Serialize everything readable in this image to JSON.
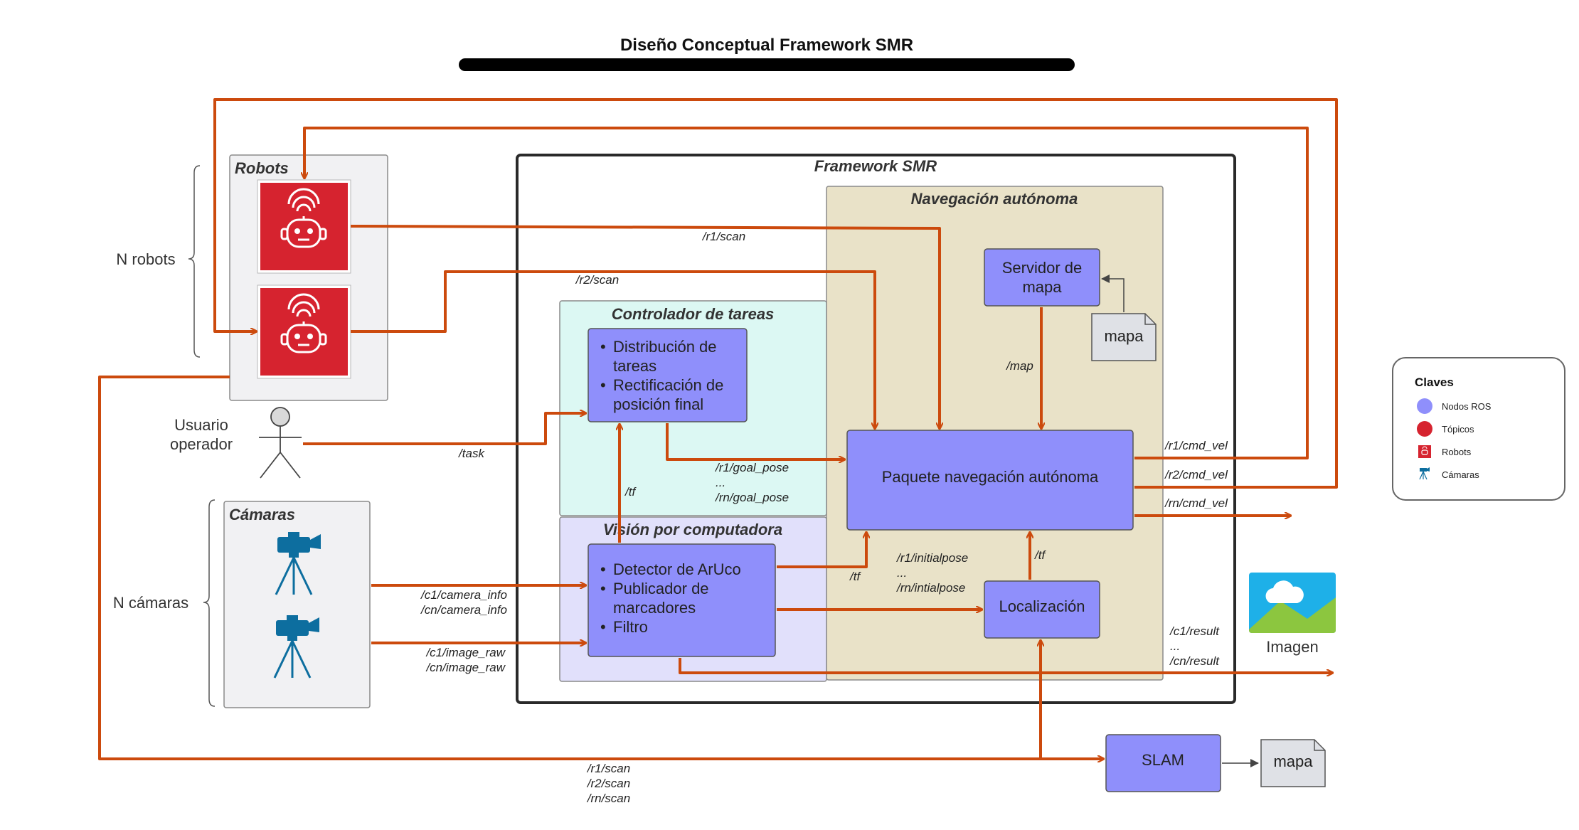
{
  "title": "Diseño Conceptual Framework SMR",
  "groups": {
    "robots": "Robots",
    "cameras": "Cámaras",
    "framework": "Framework SMR",
    "nav": "Navegación autónoma",
    "controller": "Controlador de tareas",
    "vision": "Visión por computadora"
  },
  "brackets": {
    "robots": "N robots",
    "cameras": "N cámaras"
  },
  "user": {
    "line1": "Usuario",
    "line2": "operador"
  },
  "nodes": {
    "controller_items": [
      "Distribución de",
      "tareas",
      "Rectificación de",
      "posición final"
    ],
    "vision_items": [
      "Detector de ArUco",
      "Publicador de",
      "marcadores",
      "Filtro"
    ],
    "map_server": [
      "Servidor de",
      "mapa"
    ],
    "nav_package": "Paquete navegación autónoma",
    "localization": "Localización",
    "slam": "SLAM"
  },
  "documents": {
    "map_input": "mapa",
    "map_output": "mapa"
  },
  "image_label": "Imagen",
  "topics": {
    "r1_scan": "/r1/scan",
    "r2_scan": "/r2/scan",
    "task": "/task",
    "tf_controller": "/tf",
    "goal_pose": [
      "/r1/goal_pose",
      "...",
      "/rn/goal_pose"
    ],
    "map": "/map",
    "cmd_vel": [
      "/r1/cmd_vel",
      "/r2/cmd_vel",
      "/rn/cmd_vel"
    ],
    "camera_info": [
      "/c1/camera_info",
      "/cn/camera_info"
    ],
    "image_raw": [
      "/c1/image_raw",
      "/cn/image_raw"
    ],
    "tf_vision": "/tf",
    "initialpose": [
      "/r1/initialpose",
      "...",
      "/rn/intialpose"
    ],
    "tf_localization": "/tf",
    "result": [
      "/c1/result",
      "...",
      "/cn/result"
    ],
    "scans_bottom": [
      "/r1/scan",
      "/r2/scan",
      "/rn/scan"
    ]
  },
  "legend": {
    "title": "Claves",
    "items": [
      {
        "label": "Nodos ROS",
        "color": "#8f8ffb",
        "icon": "ros-node-circle"
      },
      {
        "label": "Tópicos",
        "color": "#d6232f",
        "icon": "topic-circle"
      },
      {
        "label": "Robots",
        "color": "#d6232f",
        "icon": "robot-icon"
      },
      {
        "label": "Cámaras",
        "color": "#0d6e9f",
        "icon": "camera-icon"
      }
    ]
  },
  "colors": {
    "arrow": "#cc4a0d",
    "node_fill": "#8f8ffb",
    "robot_red": "#d6232f",
    "camera_blue": "#0d6e9f",
    "nav_bg": "#e9e2c8",
    "controller_bg": "#dcf8f3",
    "vision_bg": "#e1e0fb",
    "group_bg": "#f1f1f3"
  }
}
